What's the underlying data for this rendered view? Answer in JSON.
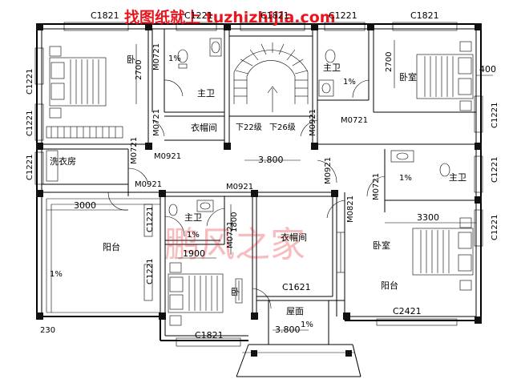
{
  "header": {
    "title": "找图纸就上 tuzhizhijia.com"
  },
  "watermark": "鹏风之家",
  "windows": {
    "top_left": "C1821",
    "top_mid_left": "C1221",
    "top_mid": "C1821",
    "top_mid_right": "C1221",
    "top_right": "C1821",
    "left_1": "C1221",
    "left_2": "C1221",
    "left_3": "C1221",
    "right_1": "C1221",
    "right_2": "C1221",
    "right_3": "C1221",
    "bottom_1": "C1821",
    "bottom_2": "C2421",
    "mid_1": "C1621"
  },
  "doors": {
    "d1": "M0721",
    "d2": "M0721",
    "d3": "M0921",
    "d4": "M0721",
    "d5": "M0921",
    "d6": "M0721",
    "d7": "M0921",
    "d8": "M0921",
    "d9": "M0721",
    "d10": "M0921",
    "d11": "M0721",
    "d12": "M0821"
  },
  "rooms": {
    "bedroom_tl": "卧",
    "bath_tl": "主卫",
    "closet_t": "衣帽间",
    "bath_tr": "主卫",
    "bedroom_tr": "卧室",
    "laundry": "洗衣房",
    "bath_r": "主卫",
    "bath_m": "主卫",
    "closet_m": "衣帽间",
    "balcony_l": "阳台",
    "bedroom_r": "卧室",
    "balcony_r": "阳台",
    "roof": "屋面",
    "bedroom_bl": "卧"
  },
  "stairs": {
    "down": "下22级",
    "up": "下26级"
  },
  "dims": {
    "d2700a": "2700",
    "d2700b": "2700",
    "d400": "400",
    "d3800a": "3.800",
    "d3000": "3000",
    "d3300": "3300",
    "d1800": "1800",
    "d1900": "1900",
    "d3800b": "3.800",
    "d230": "230"
  },
  "slopes": {
    "s1": "1%",
    "s2": "1%",
    "s3": "1%",
    "s4": "1%",
    "s5": "1%",
    "s6": "1%"
  }
}
